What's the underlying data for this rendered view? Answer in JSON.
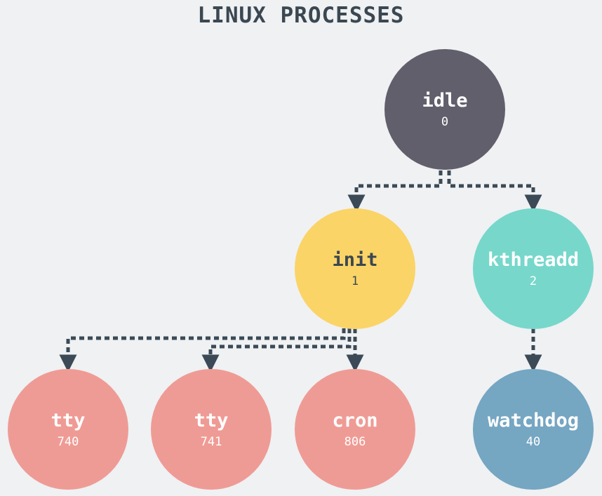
{
  "title": "LINUX PROCESSES",
  "colors": {
    "kernel_idle": "#625f6c",
    "init": "#fbd467",
    "kthreadd": "#77d7cb",
    "user_process": "#ef9b95",
    "kernel_thread": "#75a6c2",
    "edge": "#3b4a56"
  },
  "processes": {
    "idle": {
      "name": "idle",
      "pid": "0"
    },
    "init": {
      "name": "init",
      "pid": "1"
    },
    "kthreadd": {
      "name": "kthreadd",
      "pid": "2"
    },
    "tty740": {
      "name": "tty",
      "pid": "740"
    },
    "tty741": {
      "name": "tty",
      "pid": "741"
    },
    "cron": {
      "name": "cron",
      "pid": "806"
    },
    "watchdog": {
      "name": "watchdog",
      "pid": "40"
    }
  },
  "edges": [
    {
      "from": "idle",
      "to": "init"
    },
    {
      "from": "idle",
      "to": "kthreadd"
    },
    {
      "from": "init",
      "to": "tty740"
    },
    {
      "from": "init",
      "to": "tty741"
    },
    {
      "from": "init",
      "to": "cron"
    },
    {
      "from": "kthreadd",
      "to": "watchdog"
    }
  ]
}
